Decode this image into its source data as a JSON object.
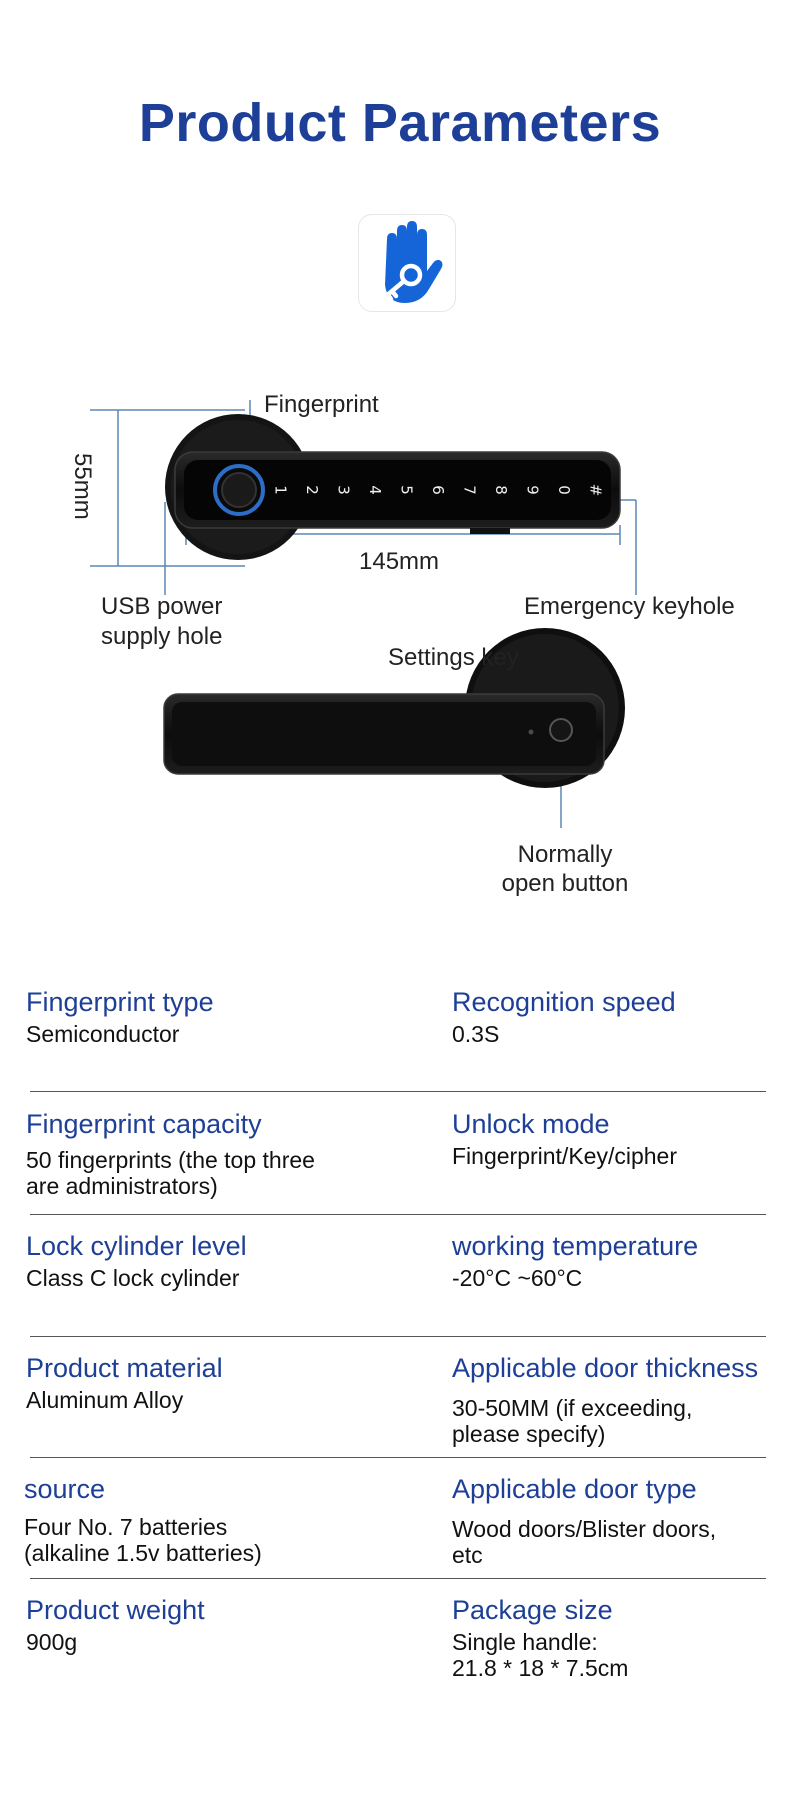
{
  "title": "Product Parameters",
  "logo_icon": "hand-key-icon",
  "colors": {
    "accent": "#1e3f97",
    "logo_blue": "#1565d8",
    "line_blue": "#5b85b5"
  },
  "diagram": {
    "fingerprint": "Fingerprint",
    "height": "55mm",
    "length": "145mm",
    "usb": "USB power\nsupply hole",
    "emergency": "Emergency keyhole",
    "settings": "Settings key",
    "normally_open": "Normally\nopen button",
    "keypad": [
      "1",
      "2",
      "3",
      "4",
      "5",
      "6",
      "7",
      "8",
      "9",
      "0",
      "#"
    ]
  },
  "params": [
    {
      "left": {
        "label": "Fingerprint type",
        "value": "Semiconductor"
      },
      "right": {
        "label": "Recognition speed",
        "value": "0.3S"
      }
    },
    {
      "left": {
        "label": "Fingerprint capacity",
        "value": "50 fingerprints (the top three\nare administrators)"
      },
      "right": {
        "label": "Unlock mode",
        "value": "Fingerprint/Key/cipher"
      }
    },
    {
      "left": {
        "label": "Lock cylinder level",
        "value": "Class C lock cylinder"
      },
      "right": {
        "label": "working temperature",
        "value": "-20°C ~60°C"
      }
    },
    {
      "left": {
        "label": "Product material",
        "value": "Aluminum Alloy"
      },
      "right": {
        "label": "Applicable door thickness",
        "value": "30-50MM (if exceeding,\nplease specify)"
      }
    },
    {
      "left": {
        "label": "source",
        "value": "Four No. 7 batteries\n(alkaline 1.5v batteries)"
      },
      "right": {
        "label": "Applicable door type",
        "value": "Wood doors/Blister doors,\netc"
      }
    },
    {
      "left": {
        "label": "Product weight",
        "value": "900g"
      },
      "right": {
        "label": "Package size",
        "value": "Single handle:\n21.8 * 18 * 7.5cm"
      }
    }
  ]
}
